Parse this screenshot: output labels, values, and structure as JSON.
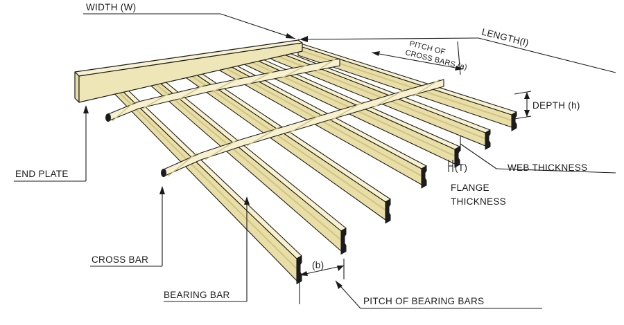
{
  "labels": {
    "width": "WIDTH (W)",
    "length": "LENGTH(l)",
    "pitch_cross_line1": "PITCH OF",
    "pitch_cross_line2": "CROSS BARS (a)",
    "depth": "DEPTH (h)",
    "web_thickness": "WEB THICKNESS",
    "t_symbol": "(T)",
    "flange_line1": "FLANGE",
    "flange_line2": "THICKNESS",
    "end_plate": "END PLATE",
    "cross_bar": "CROSS BAR",
    "bearing_bar": "BEARING BAR",
    "b_dim": "(b)",
    "pitch_bearing": "PITCH OF BEARING BARS"
  },
  "colors": {
    "bar_top": "#f7f1cf",
    "bar_side": "#e9dfa6",
    "bar_shadow": "#cfc386",
    "bar_end": "#1c1c1c",
    "ink": "#1a1a1a"
  }
}
